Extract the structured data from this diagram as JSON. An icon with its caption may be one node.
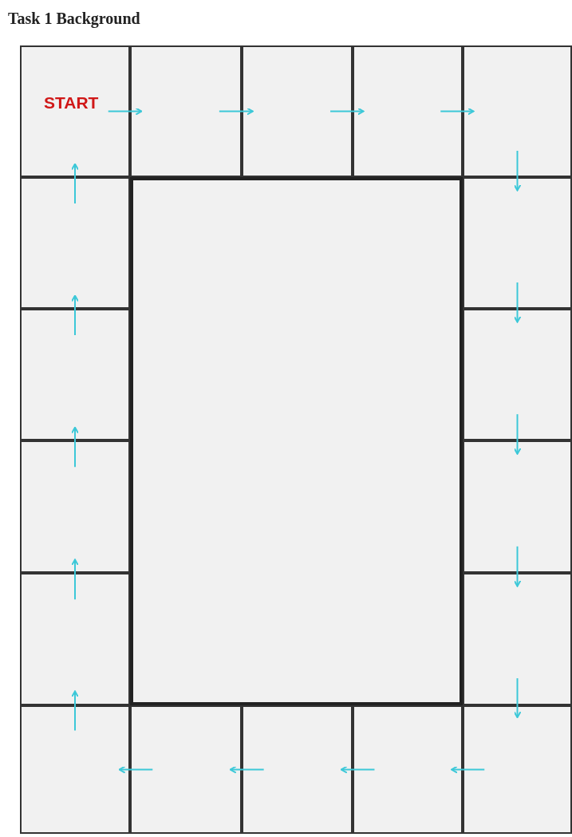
{
  "diagram": {
    "title": "Task 1 Background",
    "nodes": [
      {
        "text": [
          "START"
        ]
      },
      {
        "text": [],
        "shape": "box"
      },
      {
        "text": [],
        "shape": "box"
      },
      {
        "text": [],
        "shape": "box"
      },
      {
        "text": [],
        "shape": "box"
      },
      {
        "text": [],
        "shape": "box"
      },
      {
        "text": [],
        "shape": "box"
      },
      {
        "text": [],
        "shape": "box"
      },
      {
        "text": [],
        "shape": "box"
      },
      {
        "text": [],
        "shape": "box"
      },
      {
        "text": [],
        "shape": "box"
      },
      {
        "text": [],
        "shape": "box"
      },
      {
        "text": [],
        "shape": "box"
      },
      {
        "text": [],
        "shape": "box"
      },
      {
        "text": [],
        "shape": "box"
      },
      {
        "text": [],
        "shape": "box"
      },
      {
        "text": [],
        "shape": "box"
      },
      {
        "text": [],
        "shape": "box"
      },
      {
        "text": [],
        "shape": "box"
      }
    ],
    "edges": [
      {
        "from": 0,
        "to": 1,
        "arrow": "to"
      },
      {
        "from": 1,
        "to": 2,
        "arrow": "to"
      },
      {
        "from": 2,
        "to": 3,
        "arrow": "to"
      },
      {
        "from": 3,
        "to": 4,
        "arrow": "to"
      },
      {
        "from": 4,
        "to": 7,
        "arrow": "to"
      },
      {
        "from": 7,
        "to": 9,
        "arrow": "to"
      },
      {
        "from": 9,
        "to": 11,
        "arrow": "to"
      },
      {
        "from": 11,
        "to": 13,
        "arrow": "to"
      },
      {
        "from": 13,
        "to": 18,
        "arrow": "to"
      },
      {
        "from": 18,
        "to": 17,
        "arrow": "to"
      },
      {
        "from": 17,
        "to": 16,
        "arrow": "to"
      },
      {
        "from": 16,
        "to": 15,
        "arrow": "to"
      },
      {
        "from": 15,
        "to": 14,
        "arrow": "to"
      },
      {
        "from": 14,
        "to": 12,
        "arrow": "to"
      },
      {
        "from": 12,
        "to": 10,
        "arrow": "to"
      },
      {
        "from": 10,
        "to": 8,
        "arrow": "to"
      },
      {
        "from": 8,
        "to": 5,
        "arrow": "to"
      },
      {
        "from": 5,
        "to": 0,
        "arrow": "to"
      }
    ]
  }
}
